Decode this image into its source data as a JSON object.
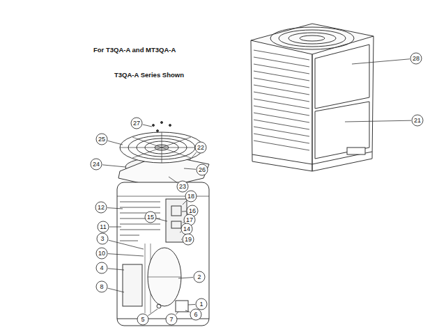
{
  "diagram": {
    "title": "For T3QA-A and MT3QA-A",
    "labels": [
      "T3QA-A Series Shown",
      "28",
      "21",
      "27",
      "25",
      "22",
      "24",
      "26",
      "23",
      "18",
      "12",
      "16",
      "15",
      "17",
      "11",
      "14",
      "19",
      "3",
      "10",
      "4",
      "2",
      "8",
      "1",
      "6",
      "7",
      "5"
    ]
  }
}
